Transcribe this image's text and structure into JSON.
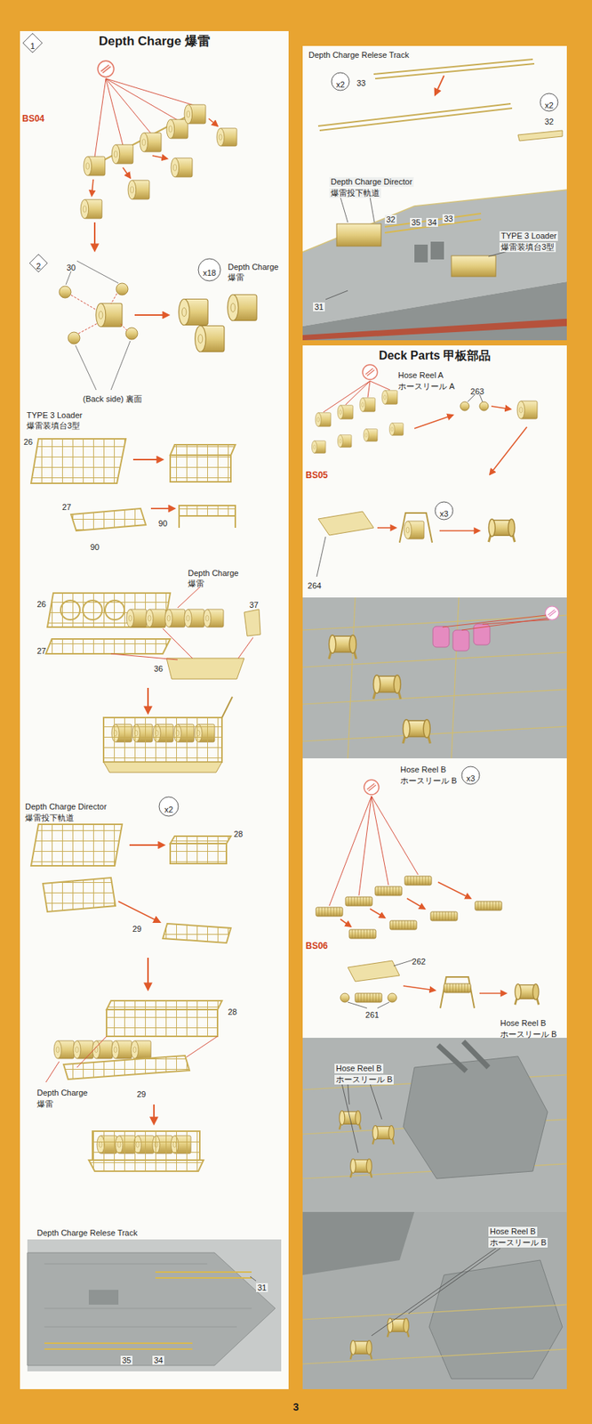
{
  "diagram": {
    "nodes": [
      {
        "text": [
          "Depth Charge 爆雷"
        ]
      },
      {
        "text": [
          "Depth Charge Relese Track"
        ]
      },
      {
        "text": [
          "Deck Parts 甲板部品"
        ]
      }
    ],
    "labels": [
      "1",
      "BS04",
      "2",
      "30",
      "x18",
      "Depth Charge",
      "爆雷",
      "(Back side) 裏面",
      "TYPE 3  Loader",
      "爆雷装填台3型",
      "26",
      "27",
      "90",
      "90",
      "Depth Charge",
      "爆雷",
      "26",
      "37",
      "27",
      "36",
      "Depth Charge Director",
      "爆雷投下軌道",
      "x2",
      "28",
      "29",
      "28",
      "Depth Charge",
      "爆雷",
      "29",
      "Depth Charge Relese Track",
      "31",
      "35",
      "34",
      "x2",
      "33",
      "x2",
      "32",
      "Depth Charge Director",
      "爆雷投下軌道",
      "32",
      "35",
      "34",
      "33",
      "TYPE 3  Loader",
      "爆雷装填台3型",
      "31",
      "Hose Reel A",
      "ホースリール A",
      "263",
      "BS05",
      "x3",
      "264",
      "Hose Reel B",
      "ホースリール B",
      "x3",
      "BS06",
      "262",
      "261",
      "Hose Reel B",
      "ホースリール B",
      "Hose Reel B",
      "ホースリール B",
      "Hose Reel B",
      "ホースリール B",
      "3"
    ]
  }
}
